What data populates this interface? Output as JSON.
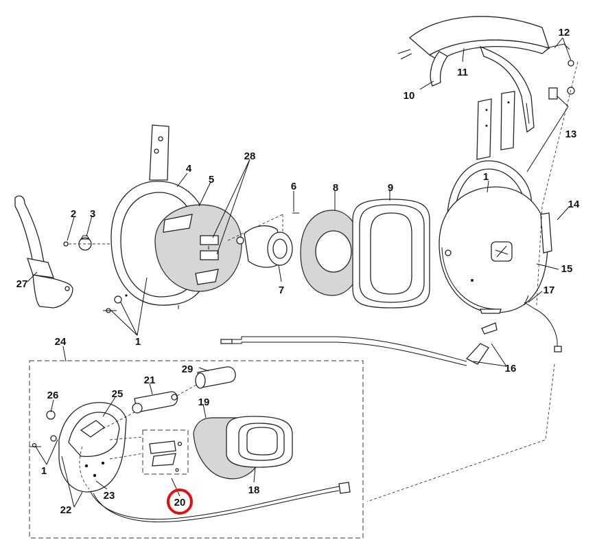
{
  "diagram": {
    "callouts": [
      "1",
      "2",
      "3",
      "4",
      "5",
      "6",
      "7",
      "8",
      "9",
      "10",
      "11",
      "12",
      "13",
      "14",
      "15",
      "16",
      "17",
      "18",
      "19",
      "20",
      "21",
      "22",
      "23",
      "24",
      "25",
      "26",
      "27",
      "28",
      "29"
    ],
    "highlight_color": "#e01010"
  }
}
